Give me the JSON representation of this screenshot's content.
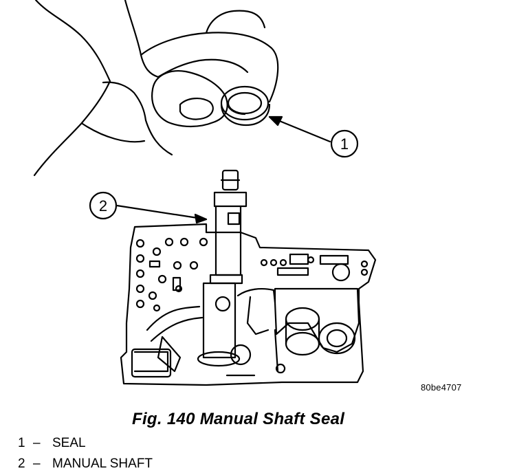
{
  "callouts": [
    "1",
    "2"
  ],
  "image_code": "80be4707",
  "caption": "Fig. 140 Manual Shaft Seal",
  "legend": [
    {
      "num": "1",
      "dash": "–",
      "label": "SEAL"
    },
    {
      "num": "2",
      "dash": "–",
      "label": "MANUAL SHAFT"
    }
  ]
}
